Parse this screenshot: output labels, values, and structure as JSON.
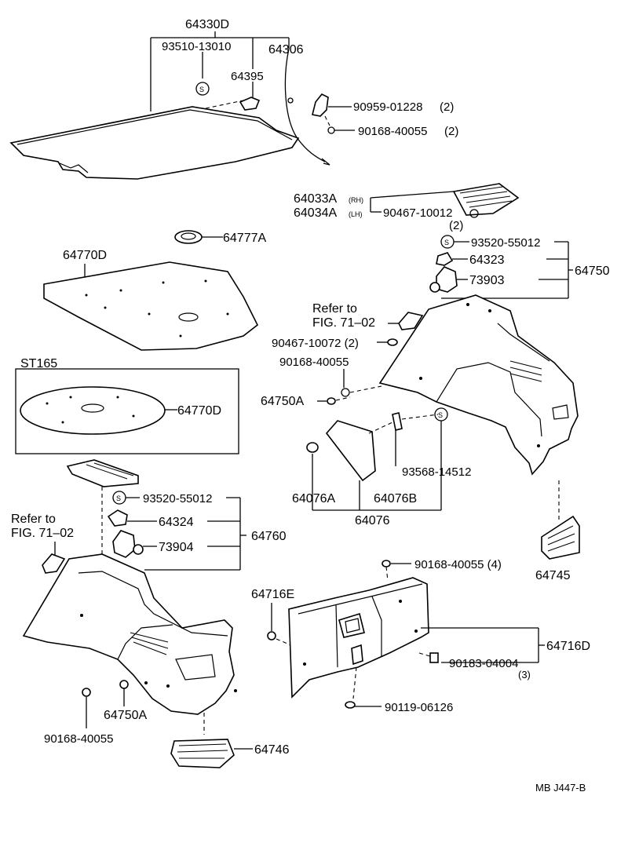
{
  "labels": {
    "p64330D": "64330D",
    "p93510_13010": "93510-13010",
    "p64306": "64306",
    "p64395": "64395",
    "p90959_01228": "90959-01228",
    "p90959_01228_q": "(2)",
    "p90168_40055_top": "90168-40055",
    "p90168_40055_top_q": "(2)",
    "p64033A": "64033A",
    "p64033A_side": "(RH)",
    "p64034A": "64034A",
    "p64034A_side": "(LH)",
    "p90467_10012": "90467-10012",
    "p90467_10012_q": "(2)",
    "p64777A": "64777A",
    "p64770D": "64770D",
    "p93520_55012_r": "93520-55012",
    "p64323": "64323",
    "p64750": "64750",
    "p73903": "73903",
    "refer_r_1": "Refer to",
    "refer_r_2": "FIG. 71–02",
    "p90467_10072": "90467-10072 (2)",
    "p90168_40055_mid": "90168-40055",
    "p64750A_r": "64750A",
    "st165": "ST165",
    "p64770D_st": "64770D",
    "p93568_14512": "93568-14512",
    "p64076A": "64076A",
    "p64076B": "64076B",
    "p64076": "64076",
    "p93520_55012_l": "93520-55012",
    "p64324": "64324",
    "p64760": "64760",
    "p73904": "73904",
    "refer_l_1": "Refer to",
    "refer_l_2": "FIG. 71–02",
    "p90168_40055_r4": "90168-40055 (4)",
    "p64716E": "64716E",
    "p64716D": "64716D",
    "p90183_04004": "90183-04004",
    "p90183_04004_q": "(3)",
    "p90119_06126": "90119-06126",
    "p64745": "64745",
    "p64750A_l": "64750A",
    "p90168_40055_bl": "90168-40055",
    "p64746": "64746",
    "figure_code": "MB J447-B",
    "s_symbol": "S"
  }
}
